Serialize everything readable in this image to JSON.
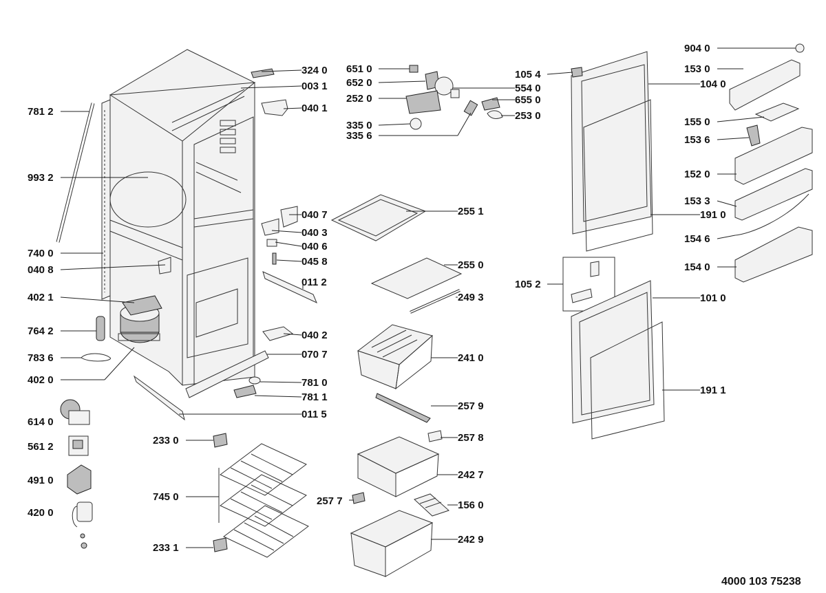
{
  "document_number": "4000 103 75238",
  "callouts": [
    {
      "id": "c3240",
      "label": "324 0"
    },
    {
      "id": "c0031",
      "label": "003 1"
    },
    {
      "id": "c0401",
      "label": "040 1"
    },
    {
      "id": "c7812",
      "label": "781 2"
    },
    {
      "id": "c9932",
      "label": "993 2"
    },
    {
      "id": "c0407",
      "label": "040 7"
    },
    {
      "id": "c0403",
      "label": "040 3"
    },
    {
      "id": "c0406",
      "label": "040 6"
    },
    {
      "id": "c0458",
      "label": "045 8"
    },
    {
      "id": "c7400",
      "label": "740 0"
    },
    {
      "id": "c0408",
      "label": "040 8"
    },
    {
      "id": "c0112",
      "label": "011 2"
    },
    {
      "id": "c4021",
      "label": "402 1"
    },
    {
      "id": "c7642",
      "label": "764 2"
    },
    {
      "id": "c0402",
      "label": "040 2"
    },
    {
      "id": "c7836",
      "label": "783 6"
    },
    {
      "id": "c0707",
      "label": "070 7"
    },
    {
      "id": "c4020",
      "label": "402 0"
    },
    {
      "id": "c7810",
      "label": "781 0"
    },
    {
      "id": "c7811",
      "label": "781 1"
    },
    {
      "id": "c0115",
      "label": "011 5"
    },
    {
      "id": "c6140",
      "label": "614 0"
    },
    {
      "id": "c5612",
      "label": "561 2"
    },
    {
      "id": "c4910",
      "label": "491 0"
    },
    {
      "id": "c4200",
      "label": "420 0"
    },
    {
      "id": "c2330",
      "label": "233 0"
    },
    {
      "id": "c7450",
      "label": "745 0"
    },
    {
      "id": "c2331",
      "label": "233 1"
    },
    {
      "id": "c6510",
      "label": "651 0"
    },
    {
      "id": "c6520",
      "label": "652 0"
    },
    {
      "id": "c2520",
      "label": "252 0"
    },
    {
      "id": "c3350",
      "label": "335 0"
    },
    {
      "id": "c3356",
      "label": "335 6"
    },
    {
      "id": "c5540",
      "label": "554 0"
    },
    {
      "id": "c6550",
      "label": "655 0"
    },
    {
      "id": "c2530",
      "label": "253 0"
    },
    {
      "id": "c2551",
      "label": "255 1"
    },
    {
      "id": "c2550",
      "label": "255 0"
    },
    {
      "id": "c2493",
      "label": "249 3"
    },
    {
      "id": "c2410",
      "label": "241 0"
    },
    {
      "id": "c2579",
      "label": "257 9"
    },
    {
      "id": "c2578",
      "label": "257 8"
    },
    {
      "id": "c2427",
      "label": "242 7"
    },
    {
      "id": "c2577",
      "label": "257 7"
    },
    {
      "id": "c1560",
      "label": "156 0"
    },
    {
      "id": "c2429",
      "label": "242 9"
    },
    {
      "id": "c1054",
      "label": "105 4"
    },
    {
      "id": "c1040",
      "label": "104 0"
    },
    {
      "id": "c1910",
      "label": "191 0"
    },
    {
      "id": "c1052",
      "label": "105 2"
    },
    {
      "id": "c1010",
      "label": "101 0"
    },
    {
      "id": "c1911",
      "label": "191 1"
    },
    {
      "id": "c9040",
      "label": "904 0"
    },
    {
      "id": "c1530",
      "label": "153 0"
    },
    {
      "id": "c1550",
      "label": "155 0"
    },
    {
      "id": "c1536",
      "label": "153 6"
    },
    {
      "id": "c1520",
      "label": "152 0"
    },
    {
      "id": "c1533",
      "label": "153 3"
    },
    {
      "id": "c1546",
      "label": "154 6"
    },
    {
      "id": "c1540",
      "label": "154 0"
    }
  ]
}
